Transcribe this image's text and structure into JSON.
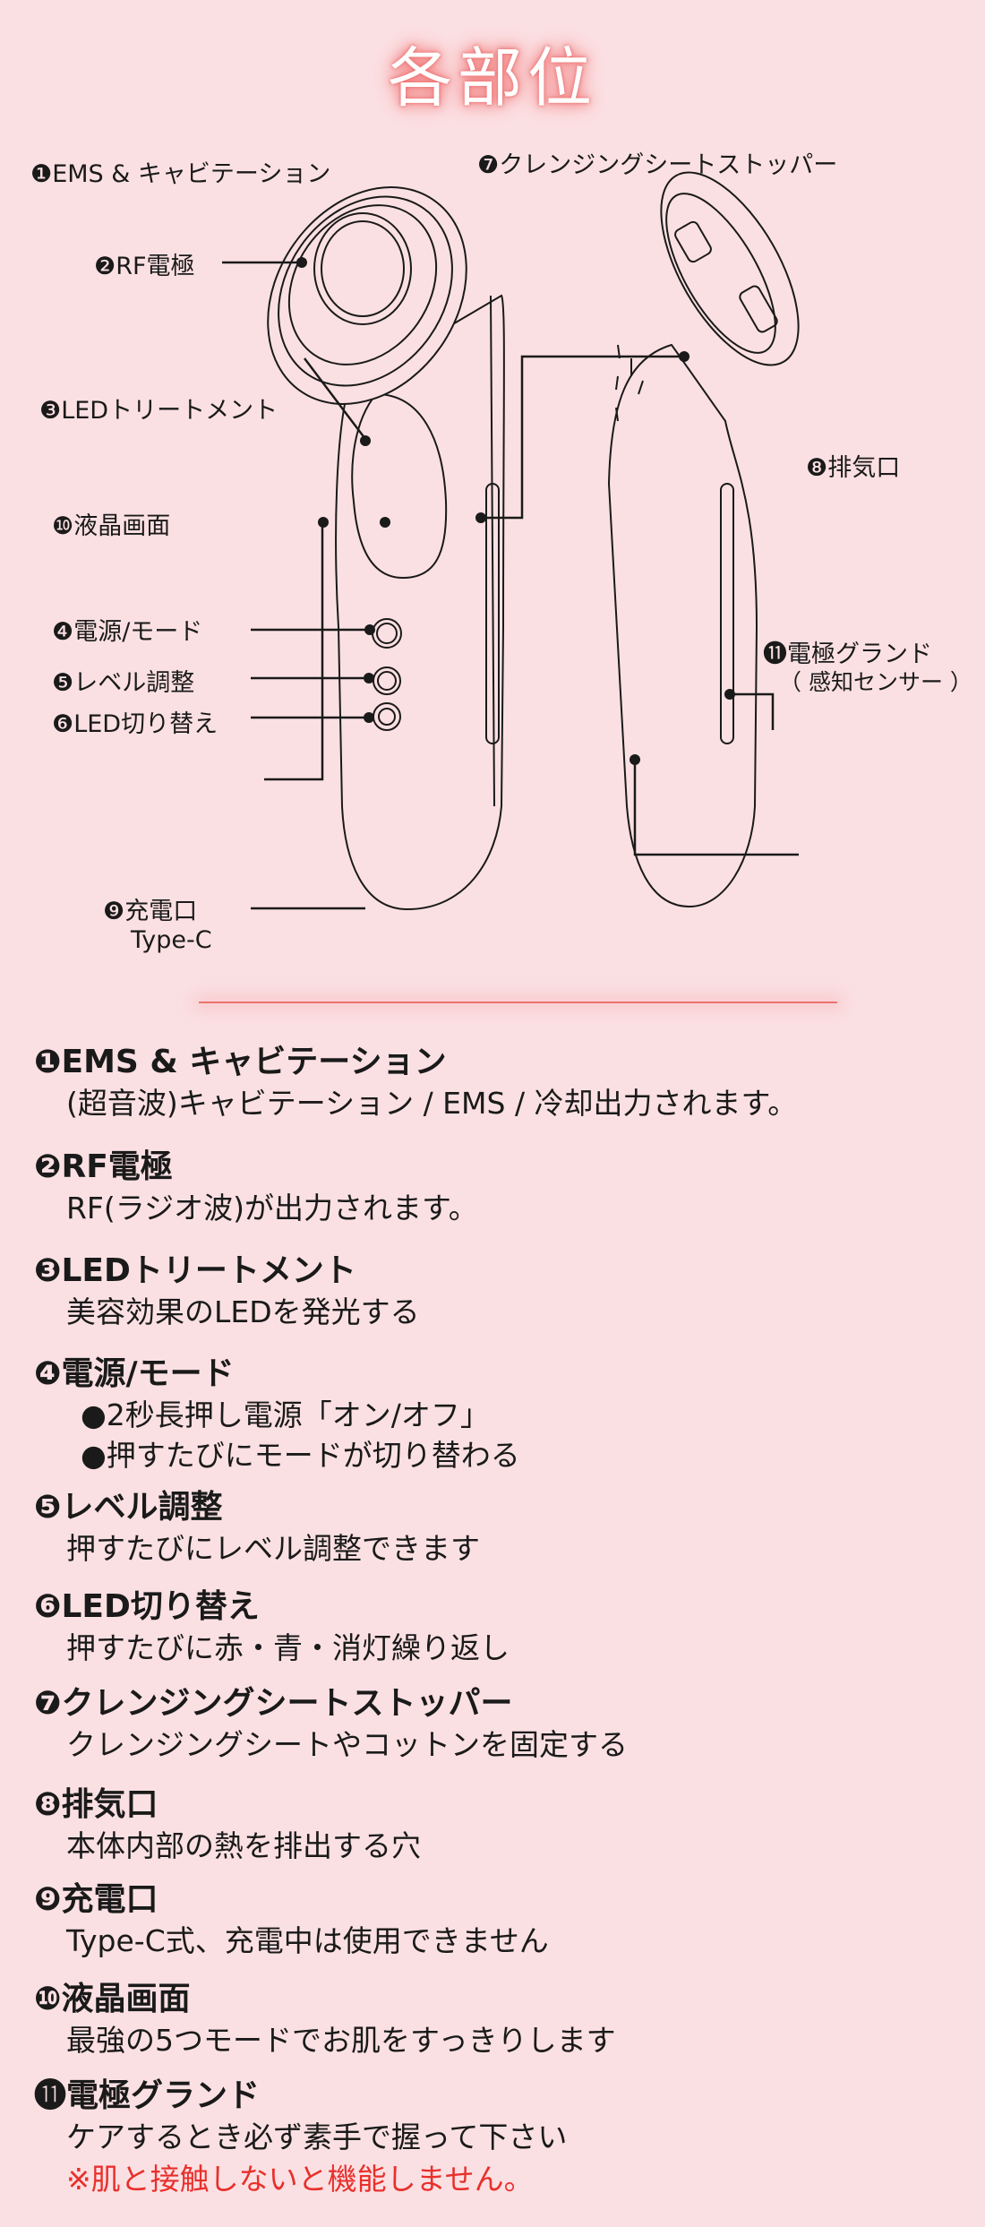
{
  "title": "各部位",
  "diagram_labels": {
    "l1": "❶EMS & キャビテーション",
    "l2": "❷RF電極",
    "l3": "❸LEDトリートメント",
    "l4": "❹電源/モード",
    "l5": "❺レベル調整",
    "l6": "❻LED切り替え",
    "l7": "❼クレンジングシートストッパー",
    "l8": "❽排気口",
    "l9": "❾充電口",
    "l9b": "Type-C",
    "l10": "❿液晶画面",
    "l11": "⓫電極グランド",
    "l11b": "（ 感知センサー ）"
  },
  "descriptions": [
    {
      "heading": "❶EMS & キャビテーション",
      "lines": [
        "(超音波)キャビテーション / EMS / 冷却出力されます。"
      ]
    },
    {
      "heading": "❷RF電極",
      "lines": [
        "RF(ラジオ波)が出力されます。"
      ]
    },
    {
      "heading": "❸LEDトリートメント",
      "lines": [
        "美容効果のLEDを発光する"
      ]
    },
    {
      "heading": "❹電源/モード",
      "lines": [
        "●2秒長押し電源「オン/オフ」",
        "●押すたびにモードが切り替わる"
      ]
    },
    {
      "heading": "❺レベル調整",
      "lines": [
        "押すたびにレベル調整できます"
      ]
    },
    {
      "heading": "❻LED切り替え",
      "lines": [
        "押すたびに赤・青・消灯繰り返し"
      ]
    },
    {
      "heading": "❼クレンジングシートストッパー",
      "lines": [
        "クレンジングシートやコットンを固定する"
      ]
    },
    {
      "heading": "❽排気口",
      "lines": [
        "本体内部の熱を排出する穴"
      ]
    },
    {
      "heading": "❾充電口",
      "lines": [
        "Type-C式、充電中は使用できません"
      ]
    },
    {
      "heading": "❿液晶画面",
      "lines": [
        "最強の5つモードでお肌をすっきりします"
      ]
    },
    {
      "heading": "⓫電極グランド",
      "lines": [
        "ケアするとき必ず素手で握って下さい",
        "※肌と接触しないと機能しません。"
      ]
    }
  ],
  "colors": {
    "background": "#fbe0e3",
    "accent": "#f07070",
    "warning": "#e8302c"
  }
}
